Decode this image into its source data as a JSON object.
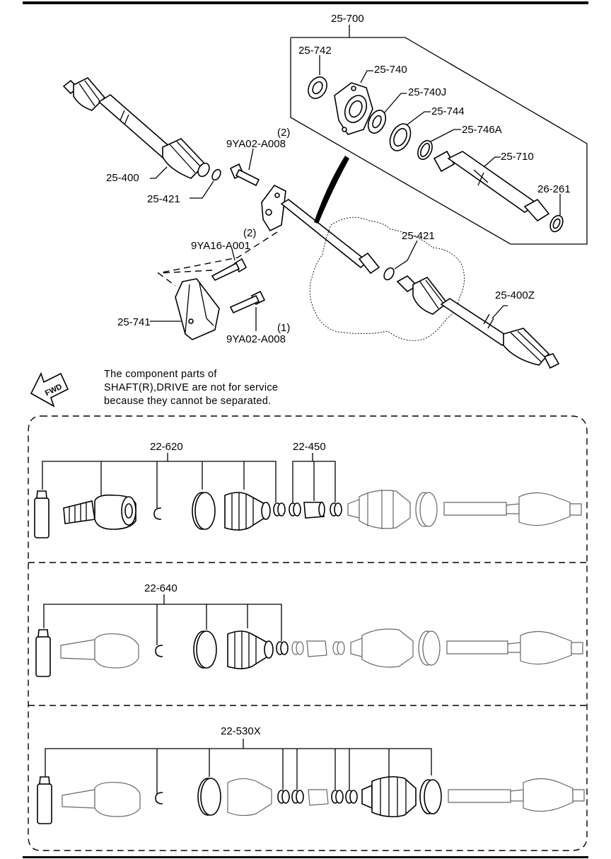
{
  "upper": {
    "labels": {
      "assembly_25_700": "25-700",
      "p25_742": "25-742",
      "p25_740": "25-740",
      "p25_740J": "25-740J",
      "p25_744": "25-744",
      "p25_746A": "25-746A",
      "p25_710": "25-710",
      "p26_261": "26-261",
      "p25_400": "25-400",
      "p25_421_left": "25-421",
      "bolt_upper": "9YA02-A008",
      "bolt_upper_qty": "(2)",
      "bolt_mid": "9YA16-A001",
      "bolt_mid_qty": "(2)",
      "p25_741": "25-741",
      "bolt_lower": "9YA02-A008",
      "bolt_lower_qty": "(1)",
      "p25_421_right": "25-421",
      "p25_400Z": "25-400Z"
    },
    "fwd_label": "FWD",
    "note_lines": [
      "The component parts of",
      "SHAFT(R),DRIVE are not for service",
      "because they cannot be separated."
    ]
  },
  "kits": [
    {
      "label": "22-620"
    },
    {
      "label": "22-450"
    },
    {
      "label": "22-640"
    },
    {
      "label": "22-530X"
    }
  ]
}
